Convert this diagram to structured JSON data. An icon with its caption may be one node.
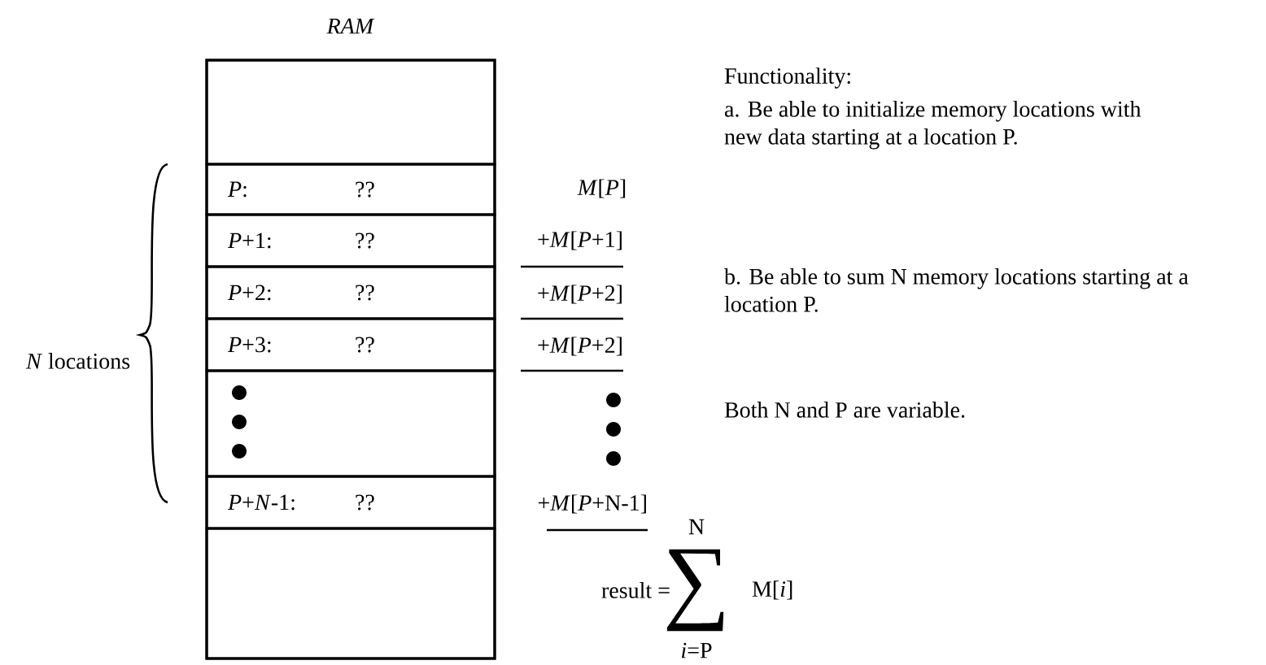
{
  "diagram": {
    "nodes": [
      {
        "text": [
          "*RAM*"
        ]
      },
      {
        "text": [],
        "shape": "box",
        "in": 0
      },
      {
        "text": [
          "*P*:",
          "??"
        ],
        "in": 0
      },
      {
        "text": [
          "*P*+1:",
          "??"
        ],
        "in": 0
      },
      {
        "text": [
          "*P*+2:",
          "??"
        ],
        "in": 0
      },
      {
        "text": [
          "*P*+3:",
          "??"
        ],
        "in": 0
      },
      {
        "text": [],
        "shape": "box",
        "in": 0
      },
      {
        "text": [
          "*P*+*N*-1:",
          "??"
        ],
        "in": 0
      },
      {
        "text": [],
        "shape": "box",
        "in": 0
      }
    ],
    "labels": [
      "*N* locations",
      "*M*[*P*]",
      "+*M*[*P*+1]",
      "+*M*[*P*+2]",
      "+*M*[*P*+2]",
      "+*M*[*P*+N-1]",
      "result =",
      "N",
      "∑",
      "M[*i*]",
      "*i*=P",
      "Functionality:",
      "a. Be able to initialize memory locations with new data starting at a location P.",
      "b. Be able to sum N memory locations starting at a location P.",
      "Both N and P are variable."
    ]
  }
}
